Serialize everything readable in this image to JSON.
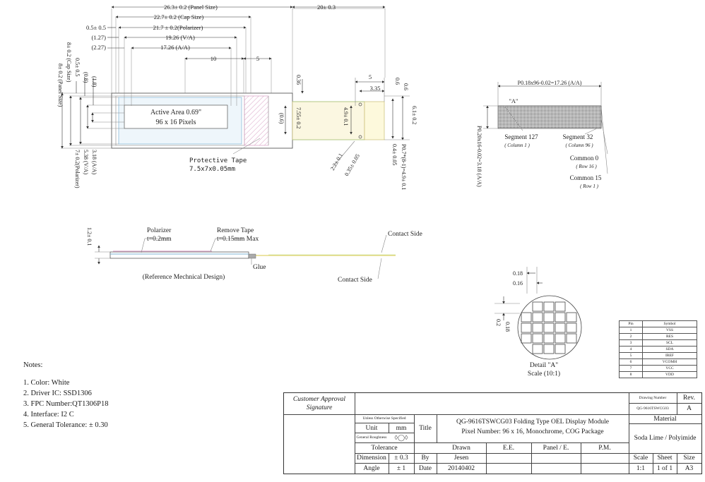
{
  "dims": {
    "panel_size": "26.3± 0.2 (Panel Size)",
    "cap_size": "22.7± 0.2 (Cap Size)",
    "polarizer": "21.7 ± 0.2(Polarizer)",
    "va": "19.26 (V/A)",
    "aa": "17.26 (A/A)",
    "offset_05": "0.5± 0.5",
    "offset_127": "(1.27)",
    "offset_227": "(2.27)",
    "dim_10": "10",
    "dim_5_top": "5",
    "dim_20": "20± 0.3",
    "v_panel": "8± 0.2 (Panel Size)",
    "v_cap": "8± 0.2 (Cap Size)",
    "v_05": "0.5± 0.5",
    "v_08": "(0.8)",
    "v_18": "(1.8)",
    "v_va": "5.38 (V/A)",
    "v_aa": "3.18 (A/A)",
    "v_pol": "7± 0.2(Polarizer)",
    "v_036": "0.36",
    "v_755": "7.55± 0.2",
    "v_06mark": "(0.6)",
    "fpc_5": "5",
    "fpc_335": "3.35",
    "fpc_06a": "0.6",
    "fpc_06b": "0.6",
    "fpc_61": "6.1± 0.2",
    "fpc_49": "4.9± 0.1",
    "fpc_22": "2.2± 0.1",
    "fpc_pitch": "P0.7*(8-1)=4.9± 0.1",
    "fpc_035": "0.35± 0.05",
    "fpc_04": "0.4± 0.05"
  },
  "labels": {
    "active_area": "Active Area 0.69\"",
    "pixels": "96 x 16 Pixels",
    "tape_title": "Protective Tape",
    "tape_size": "7.5x7x0.05mm",
    "pitch_h": "P0.18x96-0.02=17.26 (A/A)",
    "pitch_v": "P0.20x16-0.02=3.18 (A/A)",
    "a_mark": "\"A\"",
    "seg127": "Segment 127",
    "col1": "( Column 1 )",
    "seg32": "Segment 32",
    "col96": "( Column 96 )",
    "com0": "Common 0",
    "row16": "( Row 16 )",
    "com15": "Common 15",
    "row1": "( Row 1 )",
    "side_h": "1.2± 0.1",
    "polarizer_lbl": "Polarizer",
    "polarizer_t": "t=0.2mm",
    "remove_tape": "Remove Tape",
    "remove_tape_t": "t=0.15mm Max",
    "glue": "Glue",
    "contact_top": "Contact Side",
    "contact_bottom": "Contact Side",
    "ref_design": "(Reference Mechnical Design)",
    "d018": "0.18",
    "d016": "0.16",
    "d02": "0.2",
    "d018v": "0.18",
    "detail": "Detail \"A\"",
    "scale": "Scale (10:1)"
  },
  "notes": {
    "title": "Notes:",
    "items": [
      "1. Color: White",
      "2. Driver IC: SSD1306",
      "3. FPC Number:QT1306P18",
      "4. Interface: I2 C",
      "5. General Tolerance: ± 0.30"
    ]
  },
  "pin_table": {
    "headers": [
      "Pin",
      "Symbol"
    ],
    "rows": [
      [
        "1",
        "VSS"
      ],
      [
        "2",
        "RES"
      ],
      [
        "3",
        "SCL"
      ],
      [
        "4",
        "SDA"
      ],
      [
        "5",
        "IREF"
      ],
      [
        "6",
        "VCOMH"
      ],
      [
        "7",
        "VCC"
      ],
      [
        "8",
        "VDD"
      ]
    ]
  },
  "title_block": {
    "customer_approval": "Customer Approval",
    "signature": "Signature",
    "drawing_number_lbl": "Drawing Number",
    "drawing_number": "QG-9616TSWCG03",
    "rev_lbl": "Rev.",
    "rev": "A",
    "unless": "Unless Otherwise Specified",
    "unit_lbl": "Unit",
    "unit": "mm",
    "roughness_lbl": "General Roughness",
    "title_lbl": "Title",
    "title_line1": "QG-9616TSWCG03 Folding Type OEL Display Module",
    "title_line2": "Pixel Number: 96 x 16, Monochrome, COG Package",
    "material_lbl": "Material",
    "material": "Soda Lime / Polyimide",
    "tolerance_lbl": "Tolerance",
    "drawn_lbl": "Drawn",
    "ee_lbl": "E.E.",
    "panel_lbl": "Panel / E.",
    "pm_lbl": "P.M.",
    "dimension_lbl": "Dimension",
    "dimension_val": "± 0.3",
    "by_lbl": "By",
    "by": "Jesen",
    "angle_lbl": "Angle",
    "angle_val": "± 1",
    "date_lbl": "Date",
    "date": "20140402",
    "scale_lbl": "Scale",
    "scale": "1:1",
    "sheet_lbl": "Sheet",
    "sheet": "1 of 1",
    "size_lbl": "Size",
    "size": "A3"
  }
}
